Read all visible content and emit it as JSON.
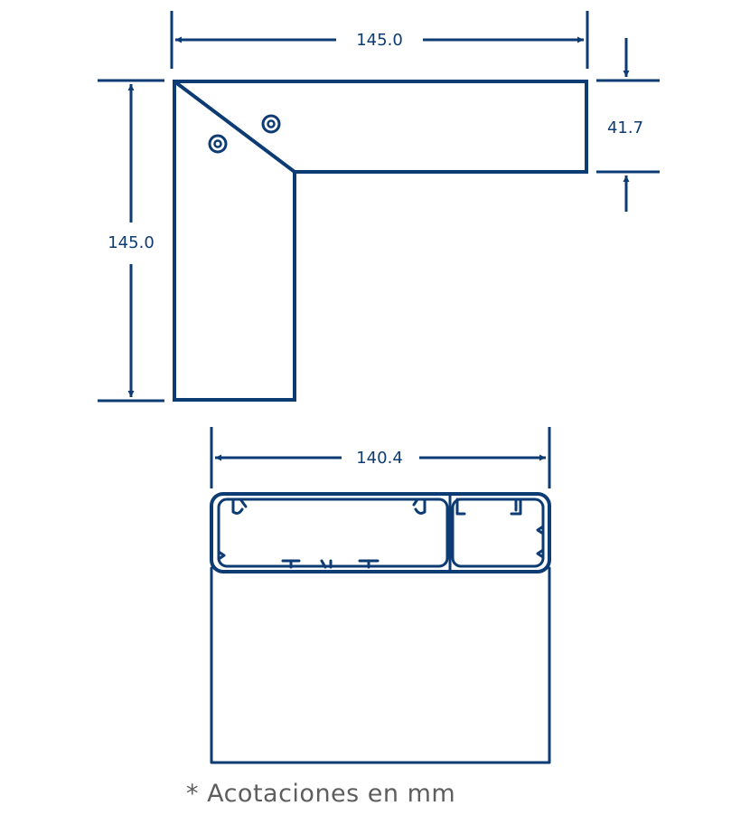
{
  "dimensions": {
    "top_width": "145.0",
    "top_height": "145.0",
    "arm_width": "41.7",
    "profile_width": "140.4"
  },
  "note": "* Acotaciones en mm",
  "colors": {
    "line": "#0d3b73",
    "note_text": "#5e5e5e",
    "background": "#ffffff"
  }
}
